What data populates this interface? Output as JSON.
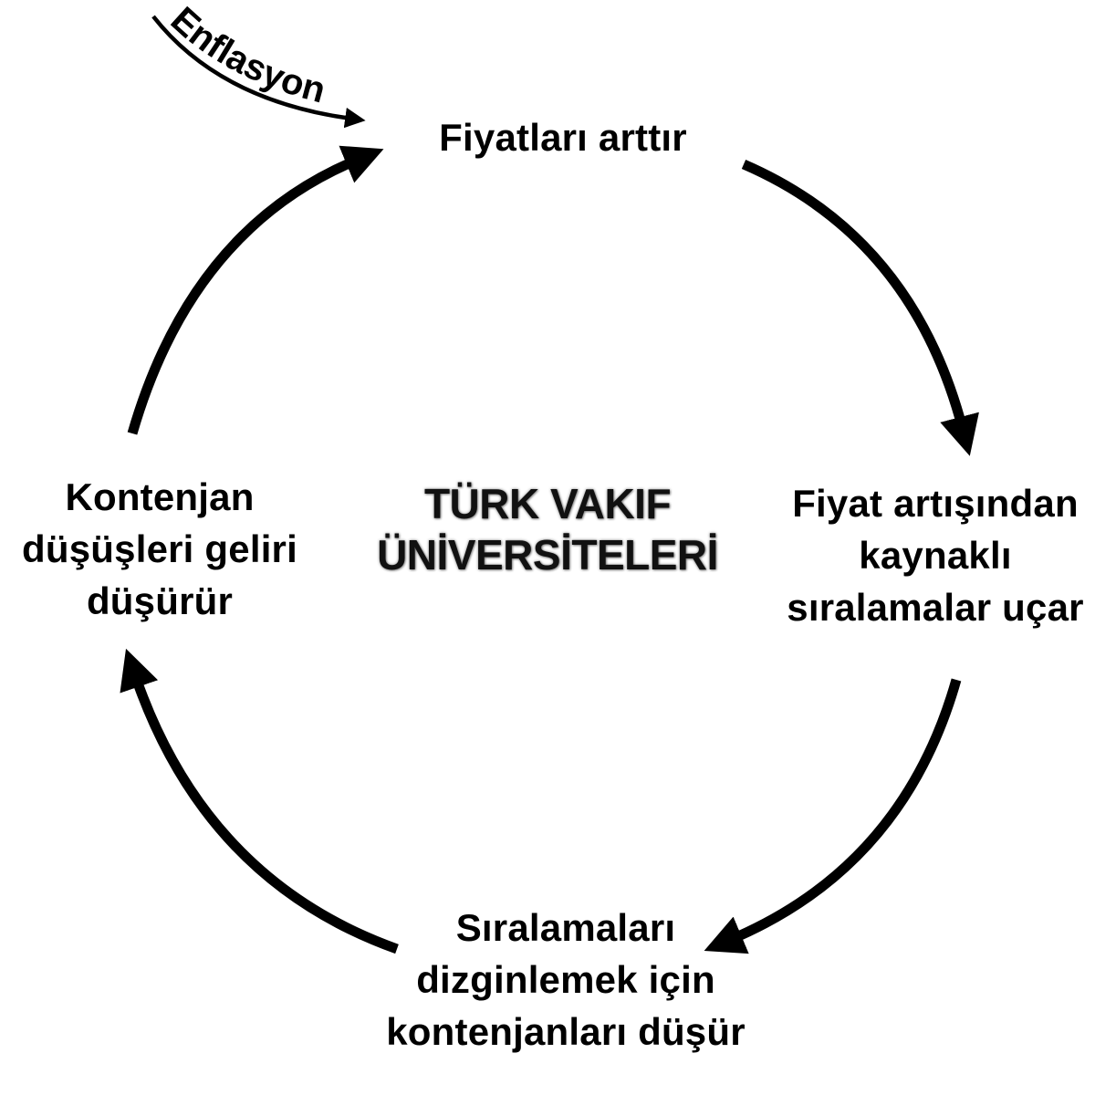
{
  "center_title": "TÜRK VAKIF\nÜNİVERSİTELERİ",
  "external_input": {
    "label": "Enflasyon"
  },
  "cycle": {
    "top": "Fiyatları arttır",
    "right": "Fiyat artışından\nkaynaklı\nsıralamalar uçar",
    "bottom": "Sıralamaları\ndizginlemek için\nkontenjanları düşür",
    "left": "Kontenjan\ndüşüşleri geliri\ndüşürür"
  },
  "colors": {
    "background": "#ffffff",
    "ink": "#000000"
  }
}
